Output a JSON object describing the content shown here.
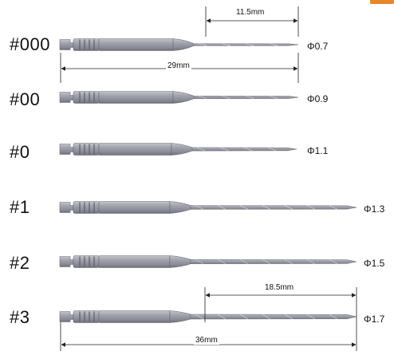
{
  "accent_color": "#e8862a",
  "instrument_color": "#9a9aa6",
  "drills": [
    {
      "size": "#000",
      "diameter": "Φ0.7"
    },
    {
      "size": "#00",
      "diameter": "Φ0.9"
    },
    {
      "size": "#0",
      "diameter": "Φ1.1"
    },
    {
      "size": "#1",
      "diameter": "Φ1.3"
    },
    {
      "size": "#2",
      "diameter": "Φ1.5"
    },
    {
      "size": "#3",
      "diameter": "Φ1.7"
    }
  ],
  "dimensions": {
    "short_tip": "11.5mm",
    "short_total": "29mm",
    "long_tip": "18.5mm",
    "long_total": "36mm"
  }
}
